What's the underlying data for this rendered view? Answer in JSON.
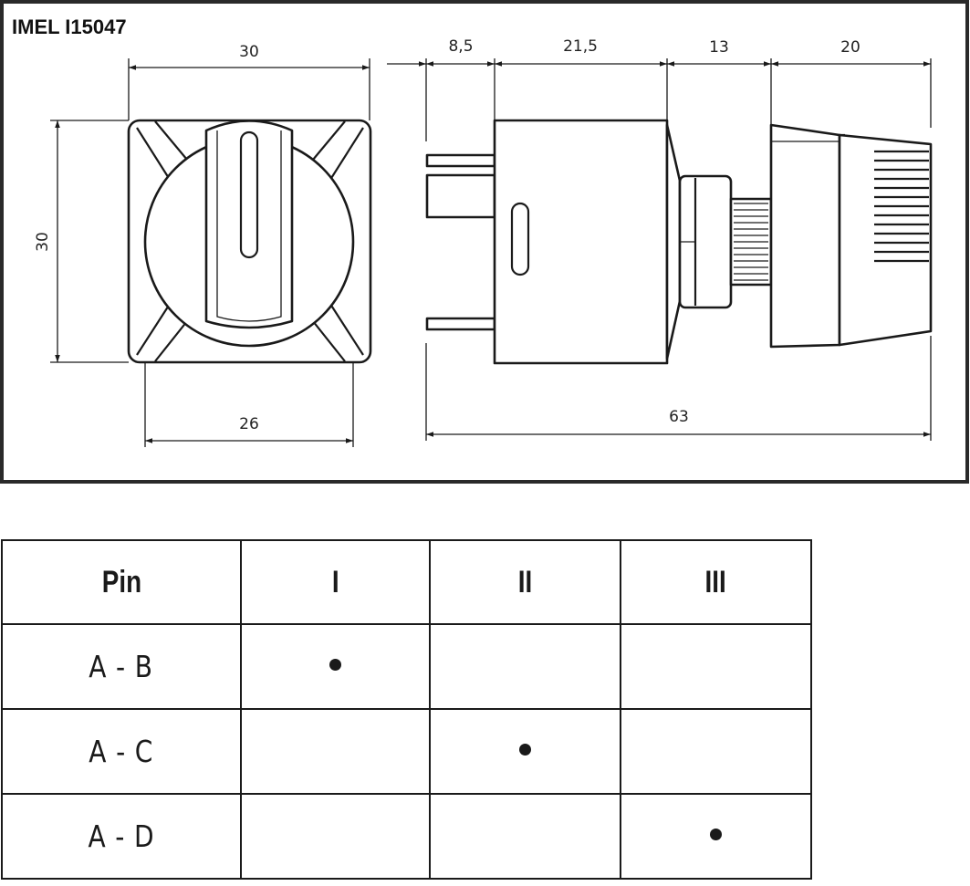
{
  "title": "IMEL I15047",
  "dimensions": {
    "front_width": "30",
    "front_height": "30",
    "knob_diameter": "26",
    "pin_length": "8,5",
    "body_length": "21,5",
    "bushing_length": "13",
    "knob_length": "20",
    "total_length": "63"
  },
  "table": {
    "headers": [
      "Pin",
      "I",
      "II",
      "III"
    ],
    "rows": [
      {
        "label": "A - B",
        "cells": [
          true,
          false,
          false
        ]
      },
      {
        "label": "A - C",
        "cells": [
          false,
          true,
          false
        ]
      },
      {
        "label": "A - D",
        "cells": [
          false,
          false,
          true
        ]
      }
    ]
  }
}
